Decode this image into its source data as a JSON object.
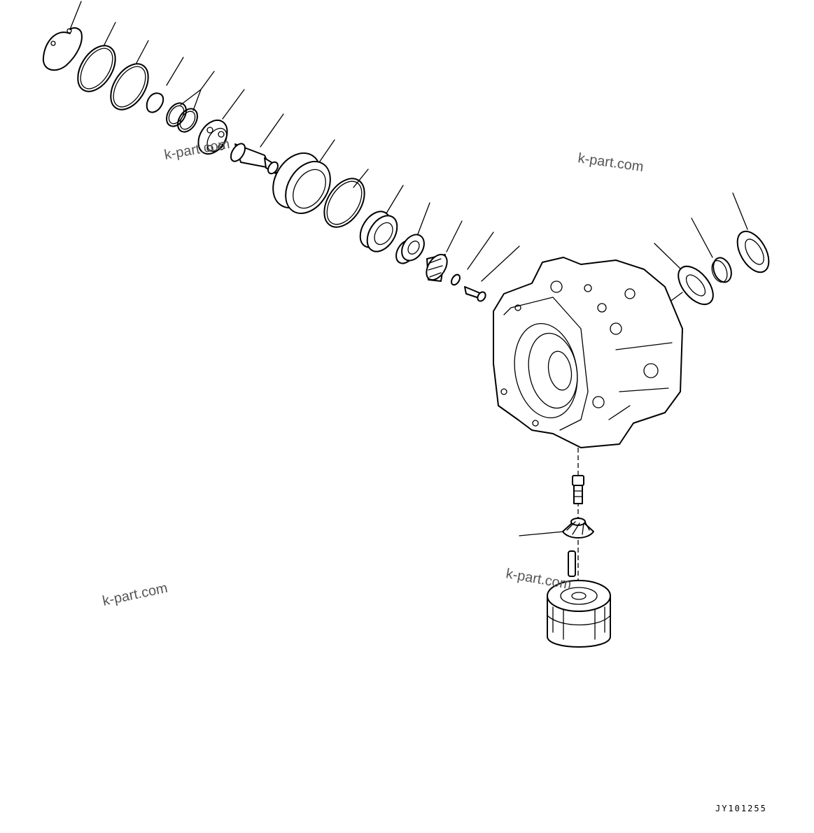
{
  "watermarks": [
    "k-part.com",
    "k-part.com",
    "k-part.com",
    "k-part.com"
  ],
  "drawing_code": "JY101255"
}
